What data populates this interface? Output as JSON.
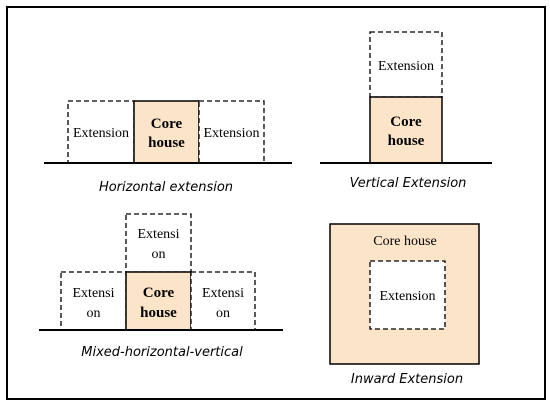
{
  "colors": {
    "core_fill": "#FCE4C8",
    "stroke": "#000000",
    "background": "#FFFFFF"
  },
  "panels": {
    "horizontal": {
      "caption": "Horizontal extension",
      "left_ext": "Extension",
      "core_line1": "Core",
      "core_line2": "house",
      "right_ext": "Extension"
    },
    "vertical": {
      "caption": "Vertical Extension",
      "top_ext": "Extension",
      "core_line1": "Core",
      "core_line2": "house"
    },
    "mixed": {
      "caption": "Mixed-horizontal-vertical",
      "top_ext_line1": "Extensi",
      "top_ext_line2": "on",
      "left_ext_line1": "Extensi",
      "left_ext_line2": "on",
      "core_line1": "Core",
      "core_line2": "house",
      "right_ext_line1": "Extensi",
      "right_ext_line2": "on"
    },
    "inward": {
      "caption": "Inward Extension",
      "core_label": "Core house",
      "inner_ext": "Extension"
    }
  }
}
